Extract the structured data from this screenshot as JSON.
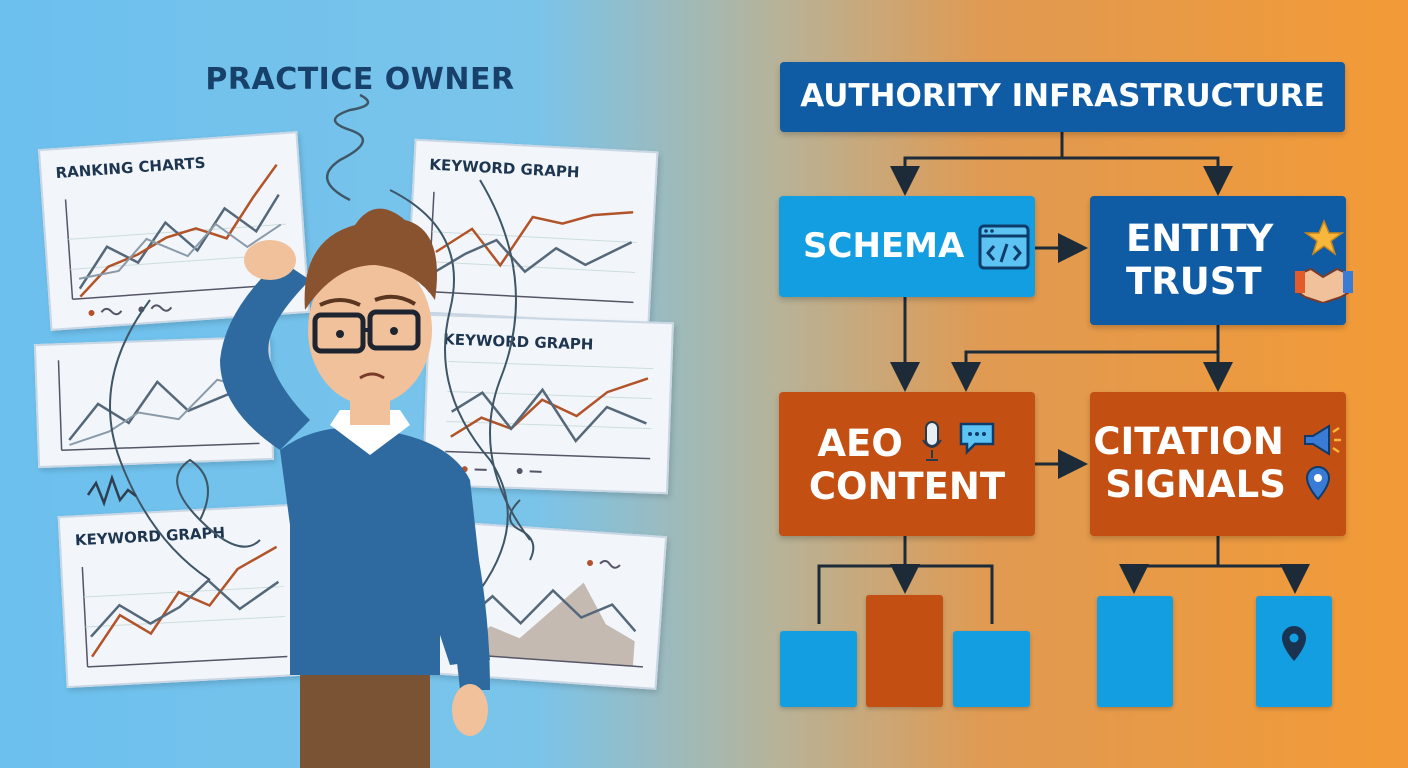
{
  "left_panel": {
    "heading": "PRACTICE OWNER",
    "cards": [
      {
        "label": "RANKING CHARTS"
      },
      {
        "label": "KEYWORD GRAPH"
      },
      {
        "label": ""
      },
      {
        "label": "KEYWORD GRAPH"
      },
      {
        "label": "KEYWORD GRAPH"
      },
      {
        "label": ""
      }
    ]
  },
  "flowchart": {
    "top": {
      "label": "AUTHORITY INFRASTRUCTURE"
    },
    "schema": {
      "label": "SCHEMA",
      "icon": "code-window-icon"
    },
    "entity_trust": {
      "line1": "ENTITY",
      "line2": "TRUST",
      "icons": [
        "star-icon",
        "handshake-icon"
      ]
    },
    "aeo_content": {
      "line1": "AEO",
      "line2": "CONTENT",
      "icons": [
        "microphone-icon",
        "speech-bubble-icon"
      ]
    },
    "citation_signals": {
      "line1": "CITATION",
      "line2": "SIGNALS",
      "icons": [
        "megaphone-icon",
        "location-pin-icon"
      ]
    }
  },
  "colors": {
    "dark_blue": "#0f5ba4",
    "light_blue": "#139ee2",
    "orange": "#c34f12",
    "navy_text": "#17406a"
  }
}
